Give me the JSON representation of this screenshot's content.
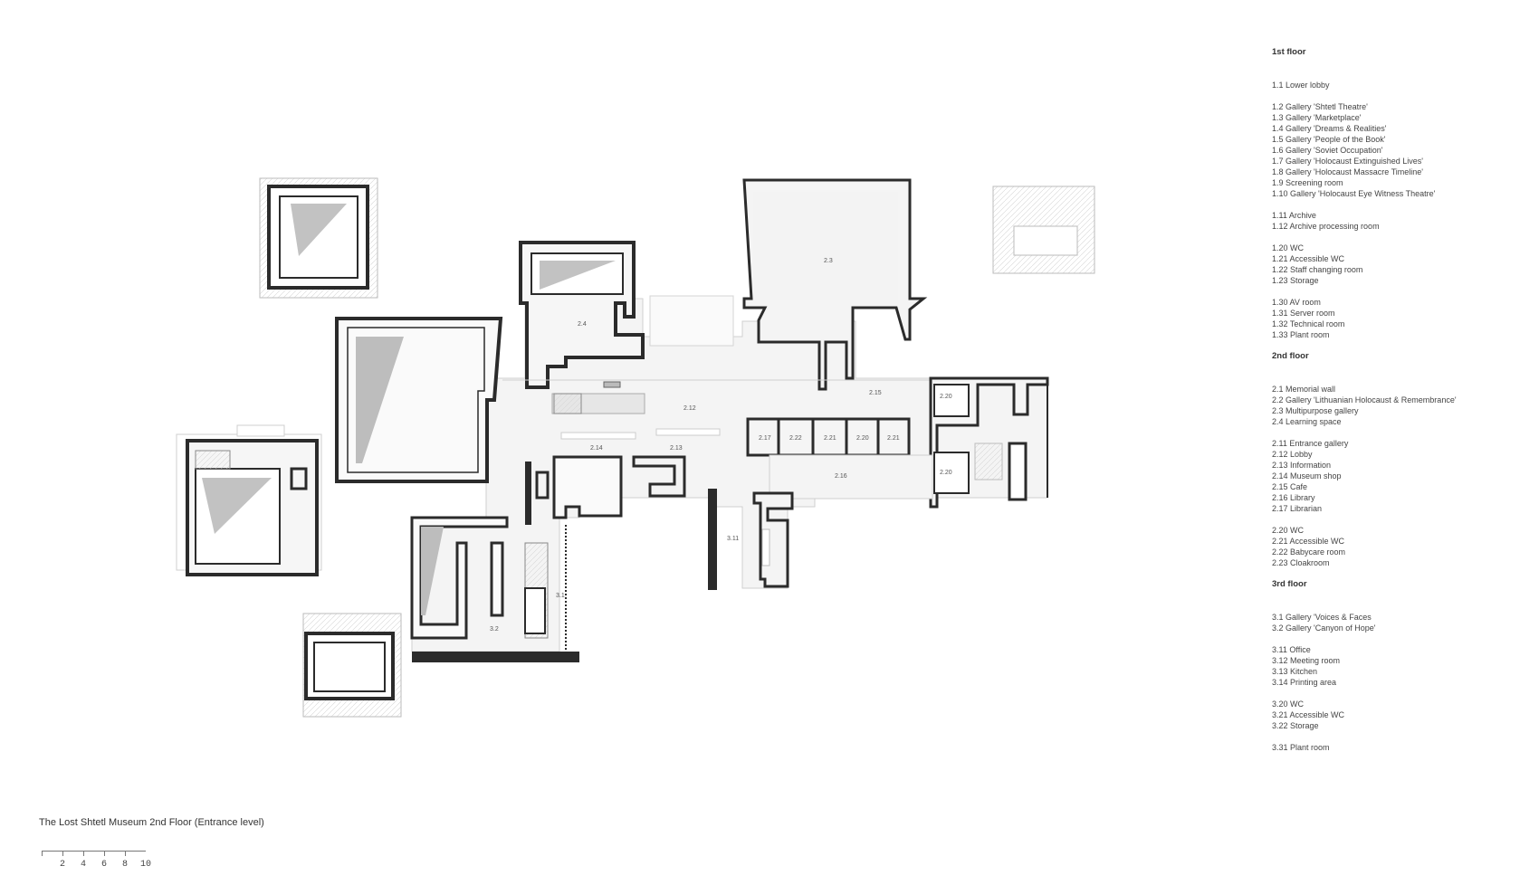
{
  "caption": "The Lost Shtetl Museum 2nd Floor (Entrance level)",
  "scale_labels": [
    "2",
    "4",
    "6",
    "8",
    "10"
  ],
  "room_labels": {
    "r24": "2.4",
    "r23": "2.3",
    "r212": "2.12",
    "r215": "2.15",
    "r220a": "2.20",
    "r220b": "2.20",
    "r217": "2.17",
    "r22": "2.22",
    "r221": "2.21",
    "r2202": "2.20",
    "r2203": "2.21",
    "r214": "2.14",
    "r213": "2.13",
    "r216": "2.16",
    "r311": "3.11",
    "r31": "3.1",
    "r32": "3.2"
  },
  "legend": [
    {
      "heading": "1st floor",
      "groups": [
        [
          "1.1 Lower lobby"
        ],
        [
          "1.2 Gallery 'Shtetl Theatre'",
          "1.3 Gallery 'Marketplace'",
          "1.4 Gallery 'Dreams & Realities'",
          "1.5 Gallery 'People of the Book'",
          "1.6 Gallery 'Soviet Occupation'",
          "1.7 Gallery 'Holocaust Extinguished Lives'",
          "1.8 Gallery 'Holocaust Massacre Timeline'",
          "1.9 Screening room",
          "1.10 Gallery 'Holocaust Eye Witness Theatre'"
        ],
        [
          "1.11 Archive",
          "1.12 Archive processing room"
        ],
        [
          "1.20 WC",
          "1.21 Accessible WC",
          "1.22 Staff changing room",
          "1.23 Storage"
        ],
        [
          "1.30 AV room",
          "1.31 Server room",
          "1.32 Technical room",
          "1.33 Plant room"
        ]
      ]
    },
    {
      "heading": "2nd floor",
      "groups": [
        [
          "2.1 Memorial wall",
          "2.2 Gallery 'Lithuanian Holocaust & Remembrance'",
          "2.3 Multipurpose gallery",
          "2.4 Learning space"
        ],
        [
          "2.11 Entrance gallery",
          "2.12 Lobby",
          "2.13 Information",
          "2.14 Museum shop",
          "2.15 Cafe",
          "2.16 Library",
          "2.17 Librarian"
        ],
        [
          "2.20 WC",
          "2.21 Accessible WC",
          "2.22 Babycare room",
          "2.23 Cloakroom"
        ]
      ]
    },
    {
      "heading": "3rd floor",
      "groups": [
        [
          "3.1 Gallery 'Voices & Faces",
          "3.2 Gallery 'Canyon of Hope'"
        ],
        [
          "3.11 Office",
          "3.12 Meeting room",
          "3.13 Kitchen",
          "3.14 Printing area"
        ],
        [
          "3.20 WC",
          "3.21 Accessible WC",
          "3.22 Storage"
        ],
        [
          "3.31 Plant room"
        ]
      ]
    }
  ],
  "colors": {
    "wall": "#2b2b2b",
    "floor": "#f3f3f3",
    "shade": "#bdbdbd",
    "hatch": "#d0d0d0"
  }
}
